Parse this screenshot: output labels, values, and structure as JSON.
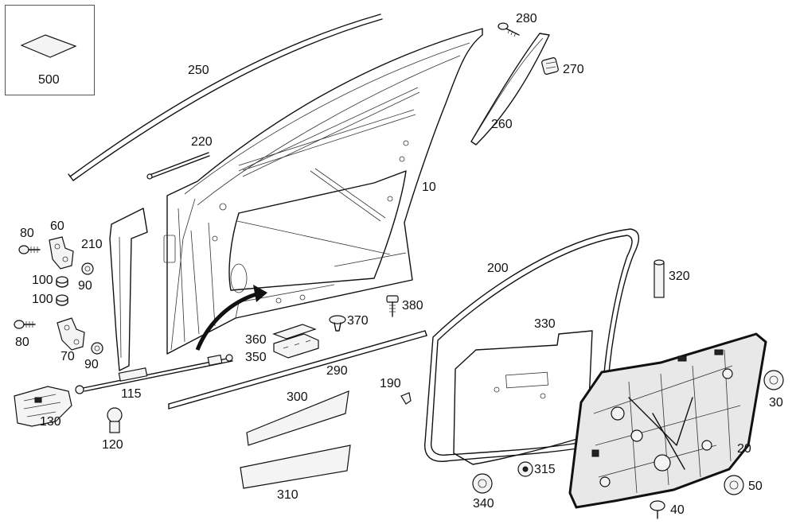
{
  "callouts": [
    {
      "id": "500",
      "text": "500"
    },
    {
      "id": "250",
      "text": "250"
    },
    {
      "id": "220",
      "text": "220"
    },
    {
      "id": "280",
      "text": "280"
    },
    {
      "id": "270",
      "text": "270"
    },
    {
      "id": "260",
      "text": "260"
    },
    {
      "id": "10",
      "text": "10"
    },
    {
      "id": "80a",
      "text": "80"
    },
    {
      "id": "60",
      "text": "60"
    },
    {
      "id": "210",
      "text": "210"
    },
    {
      "id": "100a",
      "text": "100"
    },
    {
      "id": "90a",
      "text": "90"
    },
    {
      "id": "100b",
      "text": "100"
    },
    {
      "id": "80b",
      "text": "80"
    },
    {
      "id": "70",
      "text": "70"
    },
    {
      "id": "90b",
      "text": "90"
    },
    {
      "id": "200",
      "text": "200"
    },
    {
      "id": "320",
      "text": "320"
    },
    {
      "id": "380",
      "text": "380"
    },
    {
      "id": "370",
      "text": "370"
    },
    {
      "id": "330",
      "text": "330"
    },
    {
      "id": "360",
      "text": "360"
    },
    {
      "id": "350",
      "text": "350"
    },
    {
      "id": "290",
      "text": "290"
    },
    {
      "id": "190",
      "text": "190"
    },
    {
      "id": "115",
      "text": "115"
    },
    {
      "id": "130",
      "text": "130"
    },
    {
      "id": "120",
      "text": "120"
    },
    {
      "id": "300",
      "text": "300"
    },
    {
      "id": "310",
      "text": "310"
    },
    {
      "id": "30",
      "text": "30"
    },
    {
      "id": "20",
      "text": "20"
    },
    {
      "id": "315",
      "text": "315"
    },
    {
      "id": "340",
      "text": "340"
    },
    {
      "id": "50",
      "text": "50"
    },
    {
      "id": "40",
      "text": "40"
    }
  ]
}
